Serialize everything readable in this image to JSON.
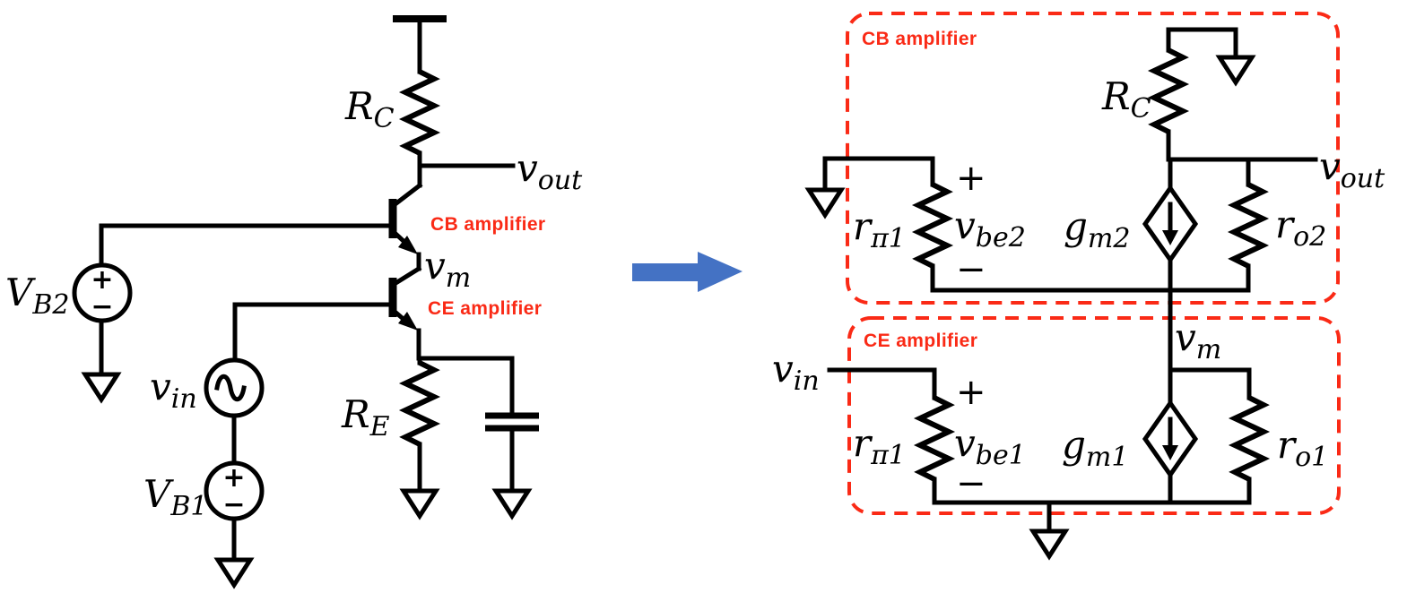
{
  "colors": {
    "wire": "#000000",
    "red": "#fa2a16",
    "arrow_blue": "#4472c4",
    "background": "#ffffff"
  },
  "symbols": {
    "plus": "+",
    "minus": "−"
  },
  "left_circuit": {
    "rc_label": {
      "main": "R",
      "sub": "C"
    },
    "vout_label": {
      "main": "v",
      "sub": "out"
    },
    "cb_amplifier_label": "CB amplifier",
    "vm_label": {
      "main": "v",
      "sub": "m"
    },
    "ce_amplifier_label": "CE amplifier",
    "vb2_label": {
      "main": "V",
      "sub": "B2"
    },
    "vin_label": {
      "main": "v",
      "sub": "in"
    },
    "vb1_label": {
      "main": "V",
      "sub": "B1"
    },
    "re_label": {
      "main": "R",
      "sub": "E"
    }
  },
  "right_circuit": {
    "cb_box_label": "CB amplifier",
    "ce_box_label": "CE amplifier",
    "rc_label": {
      "main": "R",
      "sub": "C"
    },
    "vout_label": {
      "main": "v",
      "sub": "out"
    },
    "rpi1_top_label": {
      "main": "r",
      "sub": "π1"
    },
    "vbe2_label": {
      "main": "v",
      "sub": "be2"
    },
    "gm2_label": {
      "main": "g",
      "sub": "m2"
    },
    "ro2_label": {
      "main": "r",
      "sub": "o2"
    },
    "vm_label": {
      "main": "v",
      "sub": "m"
    },
    "vin_label": {
      "main": "v",
      "sub": "in"
    },
    "rpi1_bottom_label": {
      "main": "r",
      "sub": "π1"
    },
    "vbe1_label": {
      "main": "v",
      "sub": "be1"
    },
    "gm1_label": {
      "main": "g",
      "sub": "m1"
    },
    "ro1_label": {
      "main": "r",
      "sub": "o1"
    }
  }
}
